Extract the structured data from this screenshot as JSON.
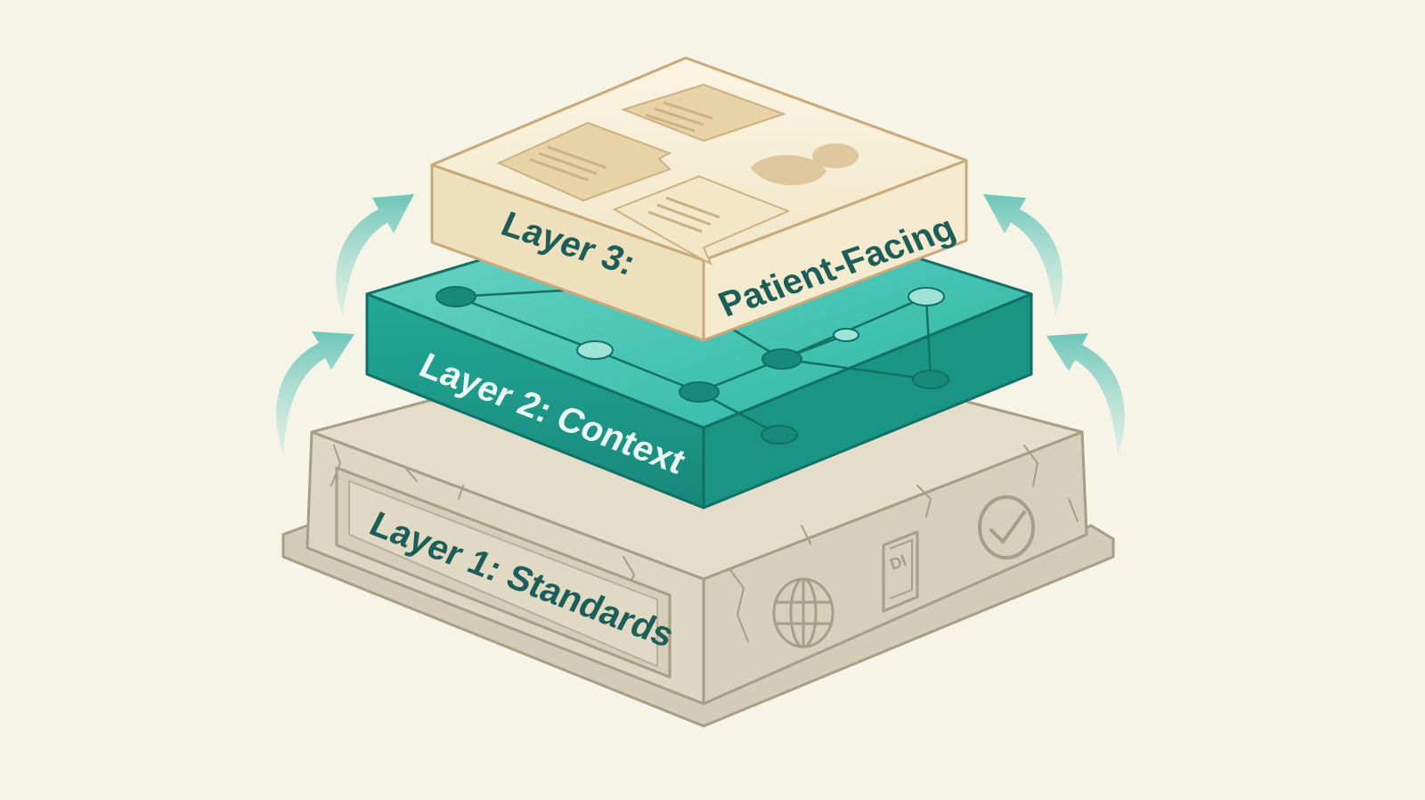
{
  "diagram": {
    "layers": [
      {
        "id": "layer-1",
        "label": "Layer 1: Standards",
        "icons": [
          "globe-icon",
          "book-icon",
          "checkmark-icon"
        ]
      },
      {
        "id": "layer-2",
        "label": "Layer 2: Context",
        "icons": [
          "network-nodes-icon"
        ]
      },
      {
        "id": "layer-3",
        "label_left": "Layer 3:",
        "label_right": "Patient-Facing",
        "icons": [
          "document-icon",
          "person-icon",
          "speech-bubble-icon"
        ]
      }
    ],
    "book_icon_text": "DI",
    "arrows": [
      "up-arrow-icon",
      "up-arrow-icon",
      "up-arrow-icon",
      "up-arrow-icon"
    ]
  },
  "colors": {
    "background": "#f6f3e7",
    "stone": "#ddd6c2",
    "teal": "#2bb5a4",
    "cream": "#f6ecd1",
    "label_text": "#1d5e59",
    "arrow": "#8fd2c8"
  }
}
